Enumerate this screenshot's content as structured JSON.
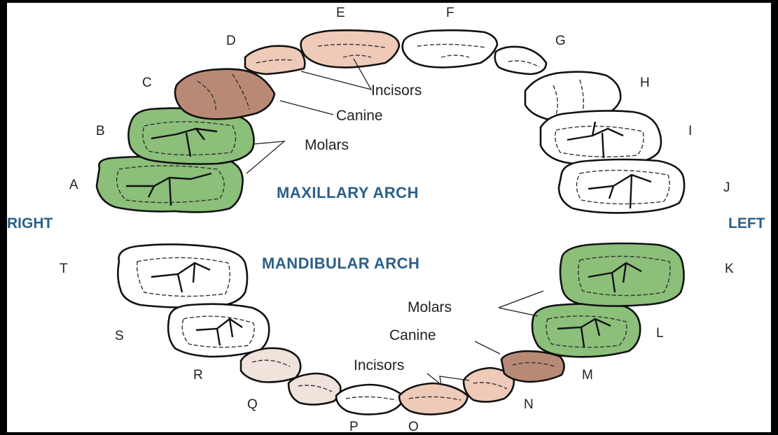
{
  "colors": {
    "molar": "#8bbf7a",
    "canine": "#b88a76",
    "incisor": "#efcab9",
    "unshaded": "#ffffff",
    "arch_label": "#2b5f8a"
  },
  "maxillary": {
    "title": "MAXILLARY ARCH",
    "teeth": [
      "A",
      "B",
      "C",
      "D",
      "E",
      "F",
      "G",
      "H",
      "I",
      "J"
    ],
    "callouts": {
      "incisors": "Incisors",
      "canine": "Canine",
      "molars": "Molars"
    }
  },
  "mandibular": {
    "title": "MANDIBULAR ARCH",
    "teeth": [
      "K",
      "L",
      "M",
      "N",
      "O",
      "P",
      "Q",
      "R",
      "S",
      "T"
    ],
    "callouts": {
      "incisors": "Incisors",
      "canine": "Canine",
      "molars": "Molars"
    }
  },
  "sides": {
    "right": "RIGHT",
    "left": "LEFT"
  }
}
